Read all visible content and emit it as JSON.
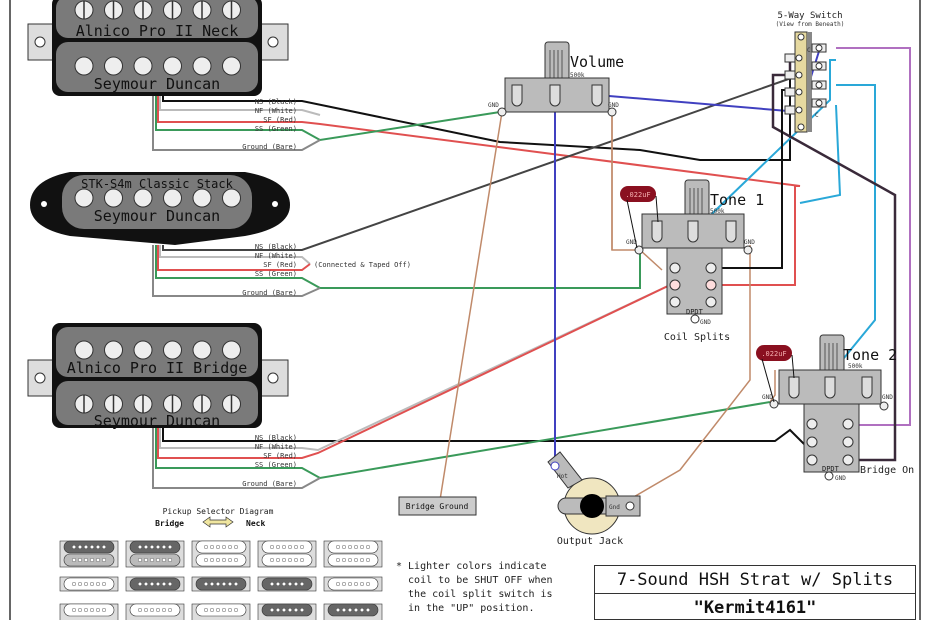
{
  "pickups": {
    "neck": {
      "model": "Alnico Pro II Neck",
      "brand": "Seymour Duncan"
    },
    "middle": {
      "model": "STK-S4m Classic Stack",
      "brand": "Seymour Duncan"
    },
    "bridge": {
      "model": "Alnico Pro II Bridge",
      "brand": "Seymour Duncan"
    }
  },
  "wire_labels": {
    "ns": "NS (Black)",
    "nf": "NF (White)",
    "sf": "SF (Red)",
    "ss": "SS (Green)",
    "ground": "Ground (Bare)",
    "taped_note": "(Connected & Taped Off)"
  },
  "controls": {
    "volume": {
      "label": "Volume",
      "value": "500k",
      "gnd": "GND"
    },
    "tone1": {
      "label": "Tone 1",
      "value": "500k",
      "gnd": "GND",
      "cap": ".022uF"
    },
    "tone2": {
      "label": "Tone 2",
      "value": "500k",
      "gnd": "GND",
      "cap": ".022uF"
    },
    "coil_splits": {
      "label": "Coil Splits",
      "type": "DPDT",
      "gnd": "GND"
    },
    "bridge_on": {
      "label": "Bridge On",
      "type": "DPDT",
      "gnd": "GND"
    }
  },
  "switch": {
    "title": "5-Way Switch",
    "subtitle": "(View from Beneath)",
    "common": "C"
  },
  "jack": {
    "label": "Output Jack",
    "hot": "Hot",
    "gnd": "Gnd"
  },
  "bridge_ground": "Bridge Ground",
  "selector": {
    "title": "Pickup Selector Diagram",
    "left": "Bridge",
    "right": "Neck",
    "positions": [
      {
        "bridge": "split",
        "middle": "off",
        "neck": "off"
      },
      {
        "bridge": "split",
        "middle": "on",
        "neck": "off"
      },
      {
        "bridge": "off",
        "middle": "on",
        "neck": "off"
      },
      {
        "bridge": "off",
        "middle": "on",
        "neck": "on"
      },
      {
        "bridge": "off",
        "middle": "off",
        "neck": "on"
      }
    ]
  },
  "footnote": "* Lighter colors indicate\n  coil to be SHUT OFF when\n  the coil split switch is\n  in the \"UP\" position.",
  "title": {
    "line1": "7-Sound HSH Strat w/ Splits",
    "line2": "\"Kermit4161\""
  },
  "colors": {
    "black": "#111111",
    "white": "#bbbbbb",
    "red": "#e05050",
    "green": "#3a9a5a",
    "bare": "#888888",
    "blue": "#4040c0",
    "cyan": "#2aa8d8",
    "purple": "#b070c0",
    "tan": "#c08a6a",
    "dkpurple": "#3a2a3a",
    "pickup": "#777777",
    "cap": "#8a1020"
  }
}
